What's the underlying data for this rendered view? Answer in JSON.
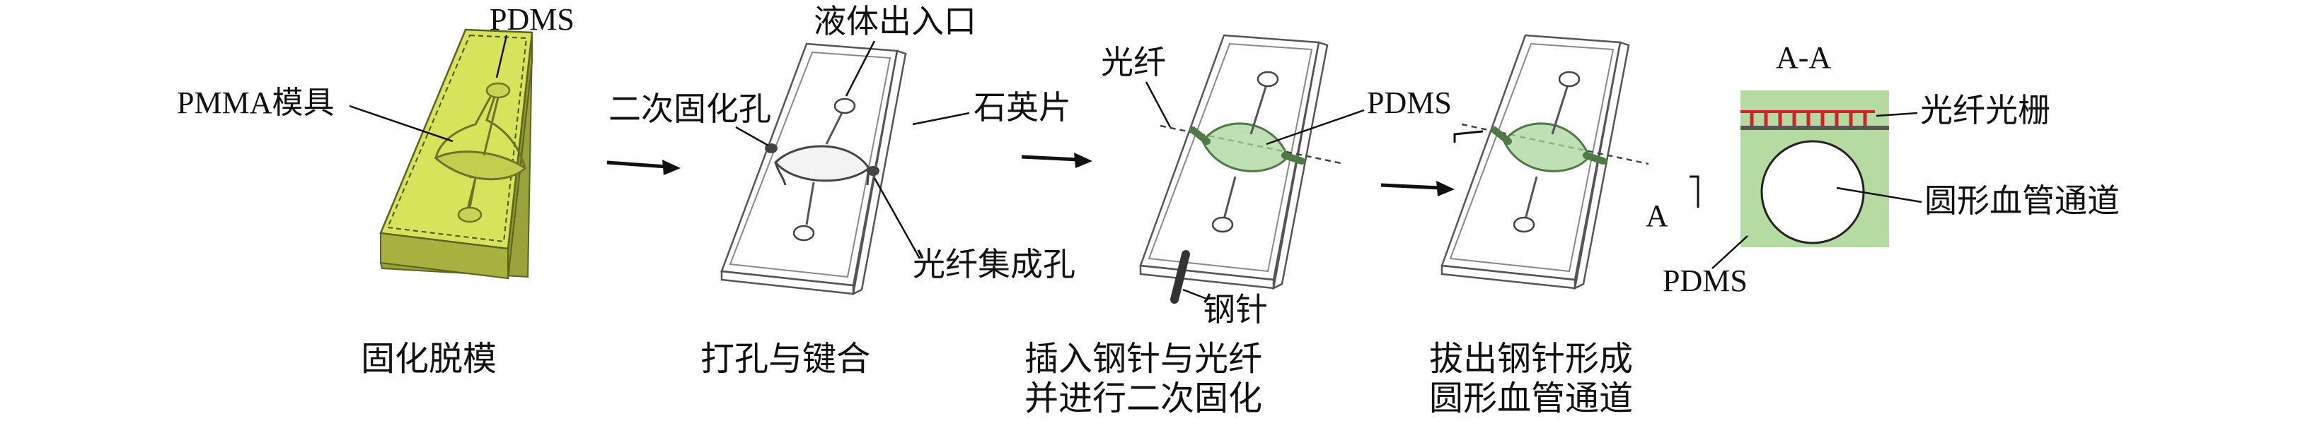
{
  "colors": {
    "pdms_fill": "#d6e25a",
    "mold_edge": "#7f8a2a",
    "fiber_green": "#9ccf8f",
    "grating_red": "#d3202a",
    "section_green": "#b5dba3"
  },
  "step1": {
    "label_pdms": "PDMS",
    "label_mold": "PMMA模具",
    "caption": "固化脱模"
  },
  "step2": {
    "label_inlet": "液体出入口",
    "label_hole2": "二次固化孔",
    "label_quartz": "石英片",
    "label_fiberhole": "光纤集成孔",
    "caption": "打孔与键合"
  },
  "step3": {
    "label_fiber": "光纤",
    "label_pdms": "PDMS",
    "label_needle": "钢针",
    "caption_line1": "插入钢针与光纤",
    "caption_line2": "并进行二次固化"
  },
  "step4": {
    "label_a": "A",
    "caption_line1": "拔出钢针形成",
    "caption_line2": "圆形血管通道"
  },
  "section": {
    "title": "A-A",
    "label_grating": "光纤光栅",
    "label_channel": "圆形血管通道",
    "label_pdms": "PDMS"
  }
}
